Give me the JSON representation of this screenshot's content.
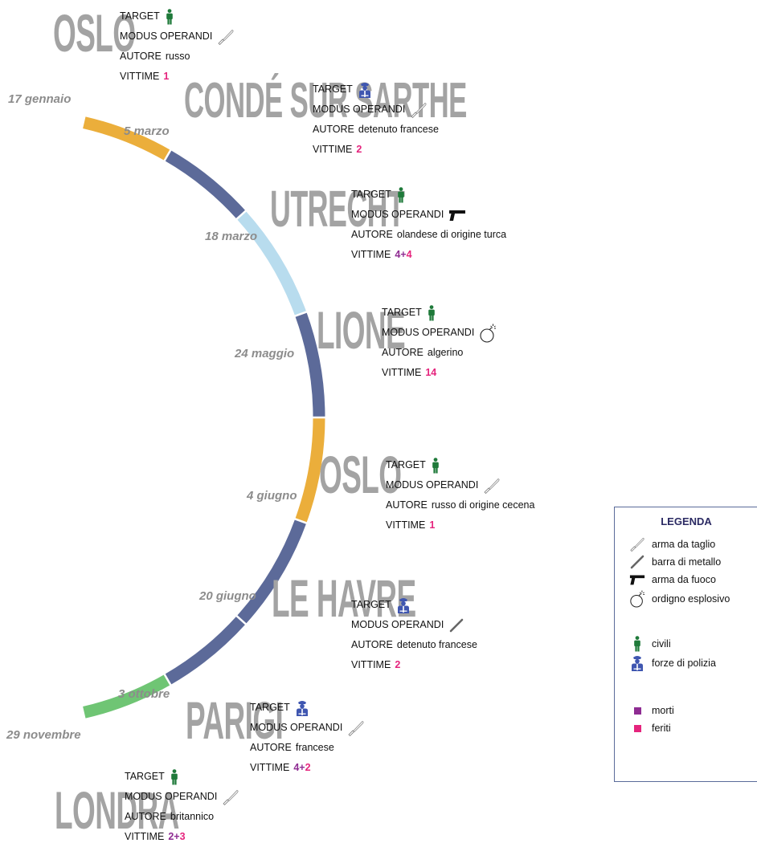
{
  "field_labels": {
    "target": "TARGET",
    "modus": "MODUS OPERANDI",
    "autore": "AUTORE",
    "vittime": "VITTIME"
  },
  "colors": {
    "orange": "#ebae3b",
    "navy": "#5c6a99",
    "lightblue": "#b8dcee",
    "green": "#6fc574",
    "dead": "#8e2c92",
    "wounded": "#e5247d",
    "civil_icon": "#1f7a3a",
    "police_icon": "#3f56b0"
  },
  "events": [
    {
      "date": "17 gennaio",
      "city": "OSLO",
      "target": "civilian-icon",
      "modus": "knife-icon",
      "autore": "russo",
      "vittime_dead": "",
      "vittime_plus": "",
      "vittime_wounded": "1"
    },
    {
      "date": "5 marzo",
      "city": "CONDÉ SUR SARTHE",
      "target": "police-icon",
      "modus": "knife-icon",
      "autore": "detenuto francese",
      "vittime_dead": "",
      "vittime_plus": "",
      "vittime_wounded": "2"
    },
    {
      "date": "18 marzo",
      "city": "UTRECHT",
      "target": "civilian-icon",
      "modus": "gun-icon",
      "autore": "olandese di origine turca",
      "vittime_dead": "4",
      "vittime_plus": "+",
      "vittime_wounded": "4"
    },
    {
      "date": "24 maggio",
      "city": "LIONE",
      "target": "civilian-icon",
      "modus": "bomb-icon",
      "autore": "algerino",
      "vittime_dead": "",
      "vittime_plus": "",
      "vittime_wounded": "14"
    },
    {
      "date": "4 giugno",
      "city": "OSLO",
      "target": "civilian-icon",
      "modus": "knife-icon",
      "autore": "russo di origine cecena",
      "vittime_dead": "",
      "vittime_plus": "",
      "vittime_wounded": "1"
    },
    {
      "date": "20 giugno",
      "city": "LE HAVRE",
      "target": "police-icon",
      "modus": "metal-bar-icon",
      "autore": "detenuto francese",
      "vittime_dead": "",
      "vittime_plus": "",
      "vittime_wounded": "2"
    },
    {
      "date": "3 ottobre",
      "city": "PARIGI",
      "target": "police-icon",
      "modus": "knife-icon",
      "autore": "francese",
      "vittime_dead": "4",
      "vittime_plus": "+",
      "vittime_wounded": "2"
    },
    {
      "date": "29 novembre",
      "city": "LONDRA",
      "target": "civilian-icon",
      "modus": "knife-icon",
      "autore": "britannico",
      "vittime_dead": "2",
      "vittime_plus": "+",
      "vittime_wounded": "3"
    }
  ],
  "legend": {
    "title": "LEGENDA",
    "items": [
      {
        "icon": "knife-icon",
        "label": "arma da taglio"
      },
      {
        "icon": "metal-bar-icon",
        "label": "barra di metallo"
      },
      {
        "icon": "gun-icon",
        "label": "arma da fuoco"
      },
      {
        "icon": "bomb-icon",
        "label": "ordigno esplosivo"
      },
      {
        "icon": "civilian-icon",
        "label": "civili"
      },
      {
        "icon": "police-icon",
        "label": "forze di polizia"
      },
      {
        "icon": "dead-square",
        "label": "morti"
      },
      {
        "icon": "wounded-square",
        "label": "feriti"
      }
    ]
  }
}
